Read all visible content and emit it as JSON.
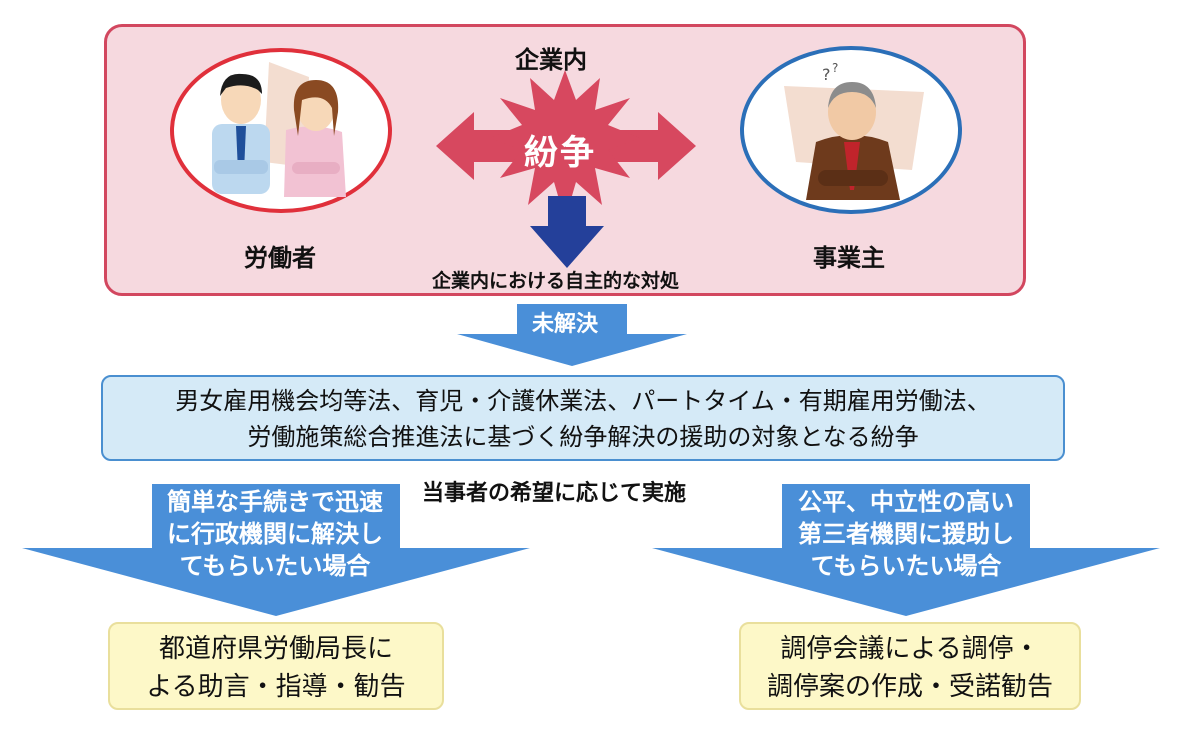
{
  "company": {
    "title": "企業内",
    "worker_label": "労働者",
    "employer_label": "事業主",
    "dispute_label": "紛争",
    "self_resolution": "企業内における自主的な対処"
  },
  "unresolved_label": "未解決",
  "law_box": {
    "line1": "男女雇用機会均等法、育児・介護休業法、パートタイム・有期雇用労働法、",
    "line2": "労働施策総合推進法に基づく紛争解決の援助の対象となる紛争"
  },
  "center_note": "当事者の希望に応じて実施",
  "left_path": {
    "arrow_lines": [
      "簡単な手続きで迅速",
      "に行政機関に解決し",
      "てもらいたい場合"
    ],
    "result_lines": [
      "都道府県労働局長に",
      "よる助言・指導・勧告"
    ]
  },
  "right_path": {
    "arrow_lines": [
      "公平、中立性の高い",
      "第三者機関に援助し",
      "てもらいたい場合"
    ],
    "result_lines": [
      "調停会議による調停・",
      "調停案の作成・受諾勧告"
    ]
  },
  "colors": {
    "company_fill": "#f6d9df",
    "company_border": "#d2475f",
    "dispute_fill": "#d7485f",
    "down_arrow": "#24409a",
    "blue_arrow": "#4a8fd8",
    "law_fill": "#d5eaf7",
    "result_fill": "#fdf8c8"
  },
  "icons": [
    "worker-couple-illustration",
    "employer-illustration",
    "starburst-icon",
    "double-arrow-icon",
    "down-arrow-icon"
  ]
}
